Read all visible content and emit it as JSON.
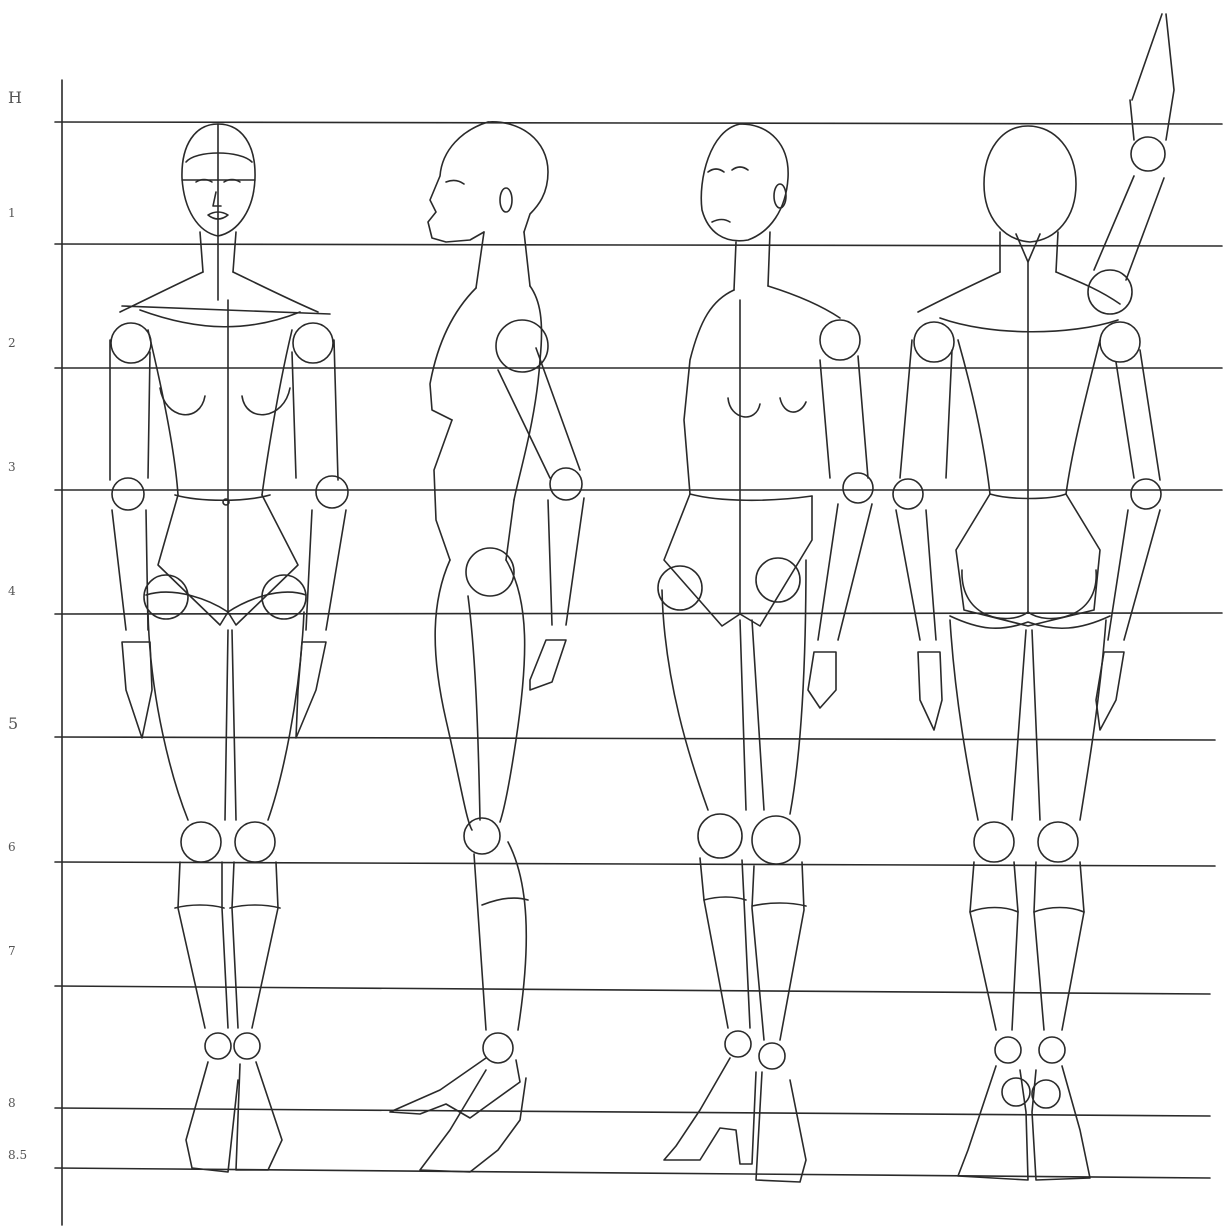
{
  "proportion_scale": {
    "unit": "H",
    "marks": [
      "1",
      "2",
      "3",
      "4",
      "5",
      "6",
      "7",
      "8",
      "8.5"
    ]
  },
  "views": [
    {
      "name": "front"
    },
    {
      "name": "side"
    },
    {
      "name": "three-quarter"
    },
    {
      "name": "back"
    }
  ],
  "colors": {
    "line": "#2a2a2a",
    "background": "#ffffff",
    "label": "#555555"
  }
}
